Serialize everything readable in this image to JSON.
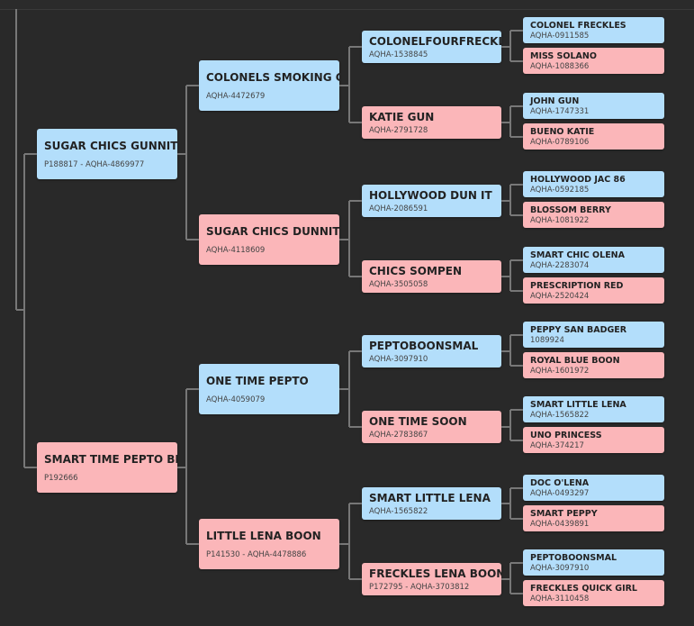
{
  "pedigree": {
    "gen1": [
      {
        "name": "SUGAR CHICS GUNNIT",
        "reg": "P188817 - AQHA-4869977",
        "sex": "sire"
      },
      {
        "name": "SMART TIME PEPTO BEE",
        "reg": "P192666",
        "sex": "dam"
      }
    ],
    "gen2": [
      {
        "name": "COLONELS SMOKING GUN",
        "reg": "AQHA-4472679",
        "sex": "sire"
      },
      {
        "name": "SUGAR CHICS DUNNIT",
        "reg": "AQHA-4118609",
        "sex": "dam"
      },
      {
        "name": "ONE TIME PEPTO",
        "reg": "AQHA-4059079",
        "sex": "sire"
      },
      {
        "name": "LITTLE LENA BOON",
        "reg": "P141530 - AQHA-4478886",
        "sex": "dam"
      }
    ],
    "gen3": [
      {
        "name": "COLONELFOURFRECKLE",
        "reg": "AQHA-1538845",
        "sex": "sire"
      },
      {
        "name": "KATIE GUN",
        "reg": "AQHA-2791728",
        "sex": "dam"
      },
      {
        "name": "HOLLYWOOD DUN IT",
        "reg": "AQHA-2086591",
        "sex": "sire"
      },
      {
        "name": "CHICS SOMPEN",
        "reg": "AQHA-3505058",
        "sex": "dam"
      },
      {
        "name": "PEPTOBOONSMAL",
        "reg": "AQHA-3097910",
        "sex": "sire"
      },
      {
        "name": "ONE TIME SOON",
        "reg": "AQHA-2783867",
        "sex": "dam"
      },
      {
        "name": "SMART LITTLE LENA",
        "reg": "AQHA-1565822",
        "sex": "sire"
      },
      {
        "name": "FRECKLES LENA BOON",
        "reg": "P172795 - AQHA-3703812",
        "sex": "dam"
      }
    ],
    "gen4": [
      {
        "name": "COLONEL FRECKLES",
        "reg": "AQHA-0911585",
        "sex": "sire"
      },
      {
        "name": "MISS SOLANO",
        "reg": "AQHA-1088366",
        "sex": "dam"
      },
      {
        "name": "JOHN GUN",
        "reg": "AQHA-1747331",
        "sex": "sire"
      },
      {
        "name": "BUENO KATIE",
        "reg": "AQHA-0789106",
        "sex": "dam"
      },
      {
        "name": "HOLLYWOOD JAC 86",
        "reg": "AQHA-0592185",
        "sex": "sire"
      },
      {
        "name": "BLOSSOM BERRY",
        "reg": "AQHA-1081922",
        "sex": "dam"
      },
      {
        "name": "SMART CHIC OLENA",
        "reg": "AQHA-2283074",
        "sex": "sire"
      },
      {
        "name": "PRESCRIPTION RED",
        "reg": "AQHA-2520424",
        "sex": "dam"
      },
      {
        "name": "PEPPY SAN BADGER",
        "reg": "1089924",
        "sex": "sire"
      },
      {
        "name": "ROYAL BLUE BOON",
        "reg": "AQHA-1601972",
        "sex": "dam"
      },
      {
        "name": "SMART LITTLE LENA",
        "reg": "AQHA-1565822",
        "sex": "sire"
      },
      {
        "name": "UNO PRINCESS",
        "reg": "AQHA-374217",
        "sex": "dam"
      },
      {
        "name": "DOC O'LENA",
        "reg": "AQHA-0493297",
        "sex": "sire"
      },
      {
        "name": "SMART PEPPY",
        "reg": "AQHA-0439891",
        "sex": "dam"
      },
      {
        "name": "PEPTOBOONSMAL",
        "reg": "AQHA-3097910",
        "sex": "sire"
      },
      {
        "name": "FRECKLES QUICK GIRL",
        "reg": "AQHA-3110458",
        "sex": "dam"
      }
    ]
  },
  "colors": {
    "sire": "#b3defb",
    "dam": "#fbb6b9",
    "background": "#292929",
    "connector": "#777777"
  }
}
